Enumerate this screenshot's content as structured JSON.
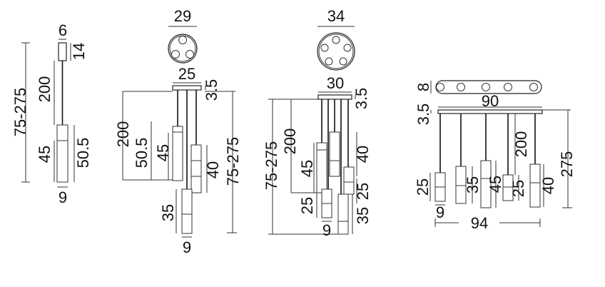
{
  "views": [
    {
      "id": "single",
      "labels": {
        "canopy_width": "6",
        "canopy_height": "14",
        "cable_length": "200",
        "total_height": "75-275",
        "shade_inner": "45",
        "shade_total": "50.5",
        "shade_diameter": "9"
      }
    },
    {
      "id": "three-light",
      "labels": {
        "top_diameter": "29",
        "canopy_width": "25",
        "canopy_thickness": "3.5",
        "cable_length": "200",
        "shade_total": "50.5",
        "shade_inner": "45",
        "shade_mid": "40",
        "total_height": "75-275",
        "shade_short": "35",
        "shade_diameter": "9"
      }
    },
    {
      "id": "five-light-round",
      "labels": {
        "top_diameter": "34",
        "canopy_width": "30",
        "canopy_thickness": "3.5",
        "total_height": "75-275",
        "cable_length": "200",
        "shade_inner": "45",
        "shade_mid": "40",
        "shade_small_a": "25",
        "shade_small_b": "25",
        "shade_short": "35",
        "shade_diameter": "9"
      }
    },
    {
      "id": "five-light-linear",
      "labels": {
        "bar_height": "8",
        "bar_length": "90",
        "canopy_thickness": "3.5",
        "cable_length": "200",
        "total_height": "275",
        "shade_a": "25",
        "shade_b": "35",
        "shade_c": "45",
        "shade_d": "25",
        "shade_e": "40",
        "shade_diameter": "9",
        "overall_width": "94"
      }
    }
  ]
}
